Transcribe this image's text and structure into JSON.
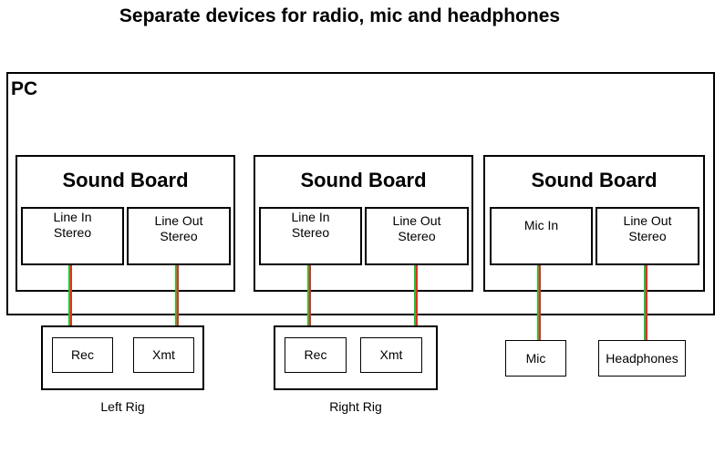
{
  "title": "Separate devices for radio, mic and headphones",
  "pc_label": "PC",
  "boards": [
    {
      "title": "Sound Board",
      "ports": [
        "Line In\nStereo",
        "Line Out\nStereo"
      ]
    },
    {
      "title": "Sound Board",
      "ports": [
        "Line In\nStereo",
        "Line Out\nStereo"
      ]
    },
    {
      "title": "Sound Board",
      "ports": [
        "Mic In",
        "Line Out\nStereo"
      ]
    }
  ],
  "rigs": [
    {
      "caption": "Left Rig",
      "devices": [
        "Rec",
        "Xmt"
      ]
    },
    {
      "caption": "Right Rig",
      "devices": [
        "Rec",
        "Xmt"
      ]
    }
  ],
  "standalone_devices": [
    "Mic",
    "Headphones"
  ],
  "colors": {
    "cable_green": "#22c03a",
    "cable_red": "#ee2a1a"
  }
}
